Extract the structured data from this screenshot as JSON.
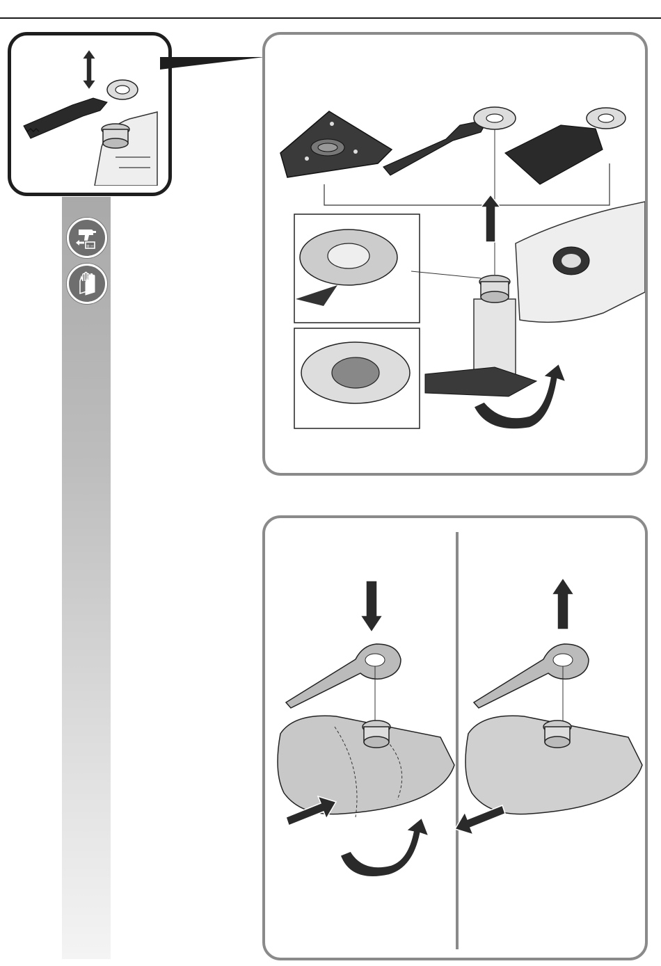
{
  "page": {
    "header_rule": true
  },
  "side_strip": {
    "icons": [
      {
        "name": "battery-removal-icon"
      },
      {
        "name": "protective-gloves-icon"
      }
    ]
  },
  "figures": {
    "detail_panel": {
      "icon": "blade-swap-detail"
    },
    "panel_a": {
      "icon": "accessory-mounting-illustration"
    },
    "panel_b": {
      "icon": "depth-stop-mounting-illustration"
    }
  },
  "colors": {
    "panel_border": "#8a8a8a",
    "detail_border": "#1e1e1e",
    "strip_top": "#a9a9a9",
    "strip_bottom": "#f4f4f4",
    "badge_fill": "#6e6e6e",
    "arrow_fill": "#2a2a2a"
  }
}
